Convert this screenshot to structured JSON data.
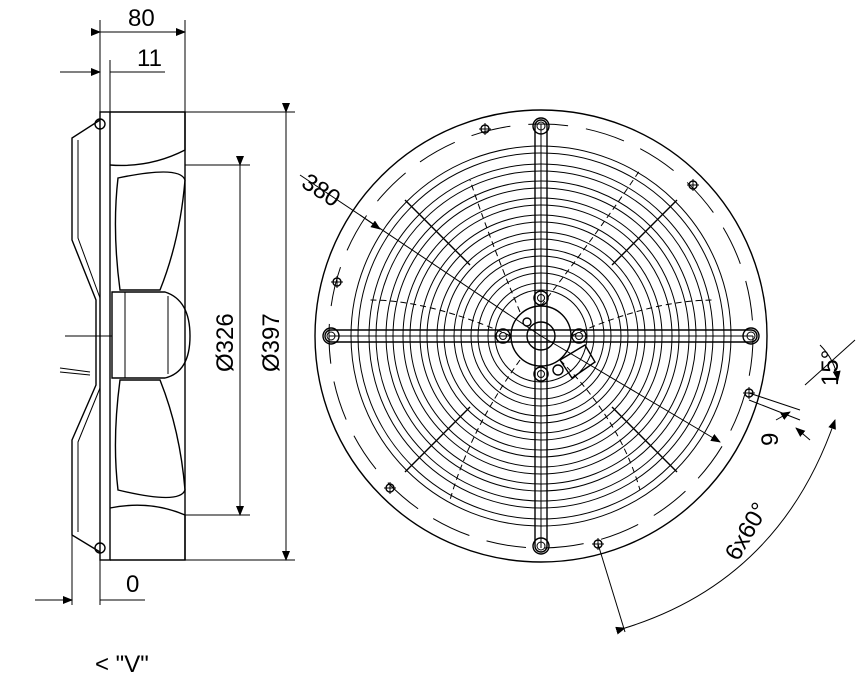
{
  "drawing": {
    "dimensions": {
      "depth_total": "80",
      "flange_offset": "11",
      "zero_ref": "0",
      "inner_diameter": "Ø326",
      "outer_diameter": "Ø397",
      "bolt_circle": "380",
      "hole_spacing": "6x60°",
      "angle": "15°",
      "slot": "9"
    },
    "view_label": "< \"V\""
  }
}
